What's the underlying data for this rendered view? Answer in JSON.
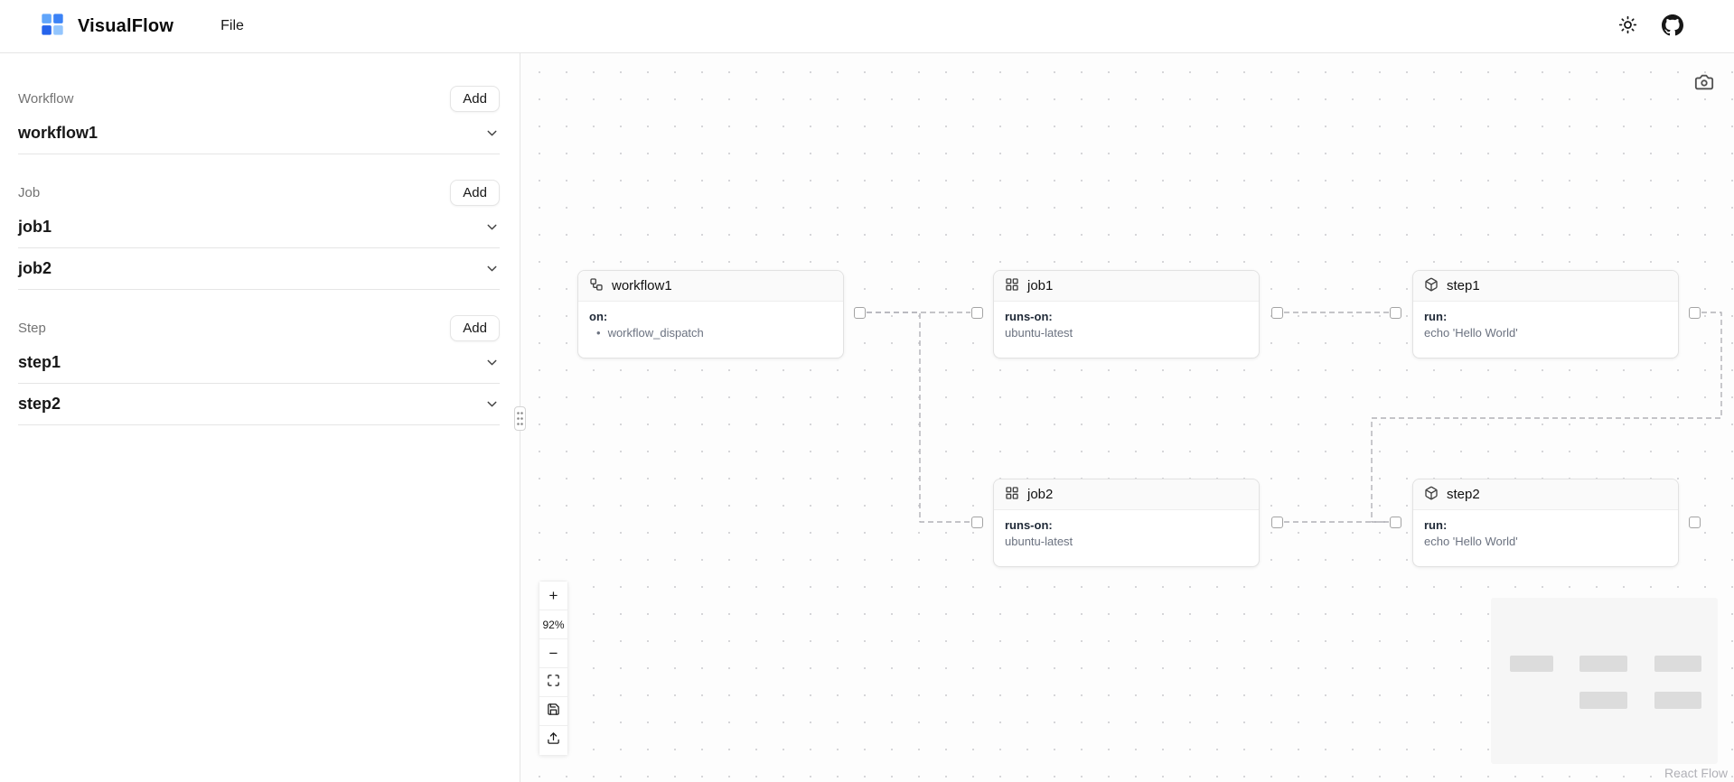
{
  "topbar": {
    "app_name": "VisualFlow",
    "file_menu": "File"
  },
  "sidebar": {
    "sections": [
      {
        "label": "Workflow",
        "add_label": "Add",
        "items": [
          {
            "name": "workflow1"
          }
        ]
      },
      {
        "label": "Job",
        "add_label": "Add",
        "items": [
          {
            "name": "job1"
          },
          {
            "name": "job2"
          }
        ]
      },
      {
        "label": "Step",
        "add_label": "Add",
        "items": [
          {
            "name": "step1"
          },
          {
            "name": "step2"
          }
        ]
      }
    ]
  },
  "canvas": {
    "nodes": [
      {
        "title": "workflow1",
        "icon": "workflow-icon",
        "field_label": "on:",
        "field_value": "workflow_dispatch"
      },
      {
        "title": "job1",
        "icon": "grid-icon",
        "field_label": "runs-on:",
        "field_value": "ubuntu-latest"
      },
      {
        "title": "step1",
        "icon": "package-icon",
        "field_label": "run:",
        "field_value": "echo 'Hello World'"
      },
      {
        "title": "job2",
        "icon": "grid-icon",
        "field_label": "runs-on:",
        "field_value": "ubuntu-latest"
      },
      {
        "title": "step2",
        "icon": "package-icon",
        "field_label": "run:",
        "field_value": "echo 'Hello World'"
      }
    ],
    "edges": [
      {
        "from": "workflow1",
        "to": "job1"
      },
      {
        "from": "workflow1",
        "to": "job2"
      },
      {
        "from": "job1",
        "to": "step1"
      },
      {
        "from": "job2",
        "to": "step2"
      },
      {
        "from": "step1",
        "to": "step2"
      }
    ],
    "controls": {
      "zoom_in": "+",
      "zoom_level": "92%",
      "zoom_out": "−"
    },
    "attribution": "React Flow"
  },
  "colors": {
    "accent": "#3b82f6",
    "edge": "#b1b1b7",
    "border": "#e5e5e5"
  }
}
